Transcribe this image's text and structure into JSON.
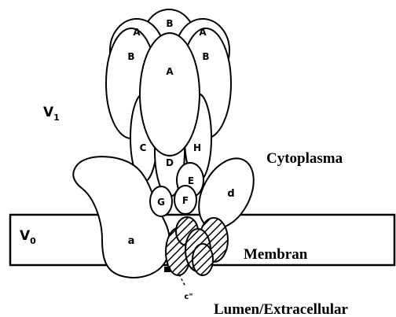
{
  "domains": {
    "v1": {
      "letter": "V",
      "sub": "1"
    },
    "v0": {
      "letter": "V",
      "sub": "0"
    }
  },
  "regions": {
    "cytoplasma": "Cytoplasma",
    "membran": "Membran",
    "lumen": "Lumen/Extracellular"
  },
  "subunits": {
    "a_top_left": "A",
    "b_top": "B",
    "a_top_right": "A",
    "b_left": "B",
    "a_center": "A",
    "b_right": "B",
    "c": "C",
    "d_stalk": "D",
    "h": "H",
    "e": "E",
    "g": "G",
    "f": "F",
    "d_small": "d",
    "a_small": "a",
    "c_double_prime": "c\""
  }
}
